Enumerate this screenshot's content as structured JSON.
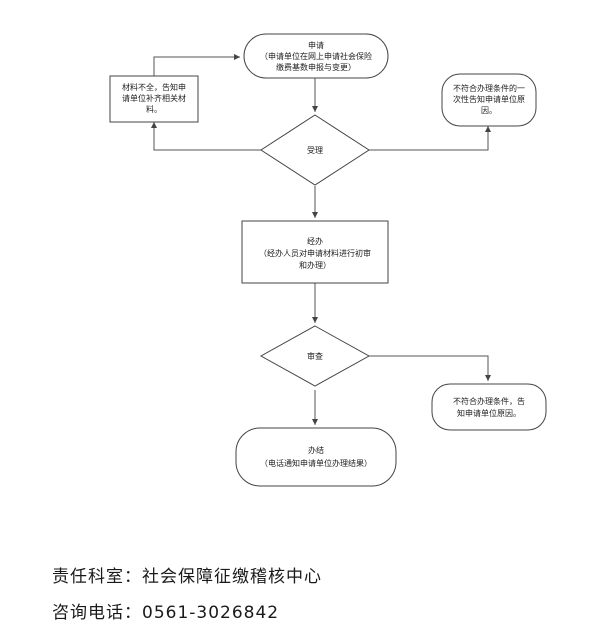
{
  "nodes": {
    "apply": {
      "line1": "申请",
      "line2": "（申请单位在网上申请社会保险",
      "line3": "缴费基数申报与变更）"
    },
    "incomplete": {
      "line1": "材料不全，告知申",
      "line2": "请单位补齐相关材",
      "line3": "料。"
    },
    "reject1": {
      "line1": "不符合办理条件的一",
      "line2": "次性告知申请单位原",
      "line3": "因。"
    },
    "accept": {
      "label": "受理"
    },
    "handle": {
      "line1": "经办",
      "line2": "（经办人员对申请材料进行初审",
      "line3": "和办理）"
    },
    "review": {
      "label": "审查"
    },
    "reject2": {
      "line1": "不符合办理条件，告",
      "line2": "知申请单位原因。"
    },
    "finish": {
      "line1": "办结",
      "line2": "（电话通知申请单位办理结果）"
    }
  },
  "footer": {
    "department": "责任科室：社会保障征缴稽核中心",
    "phone": "咨询电话：0561-3026842"
  }
}
